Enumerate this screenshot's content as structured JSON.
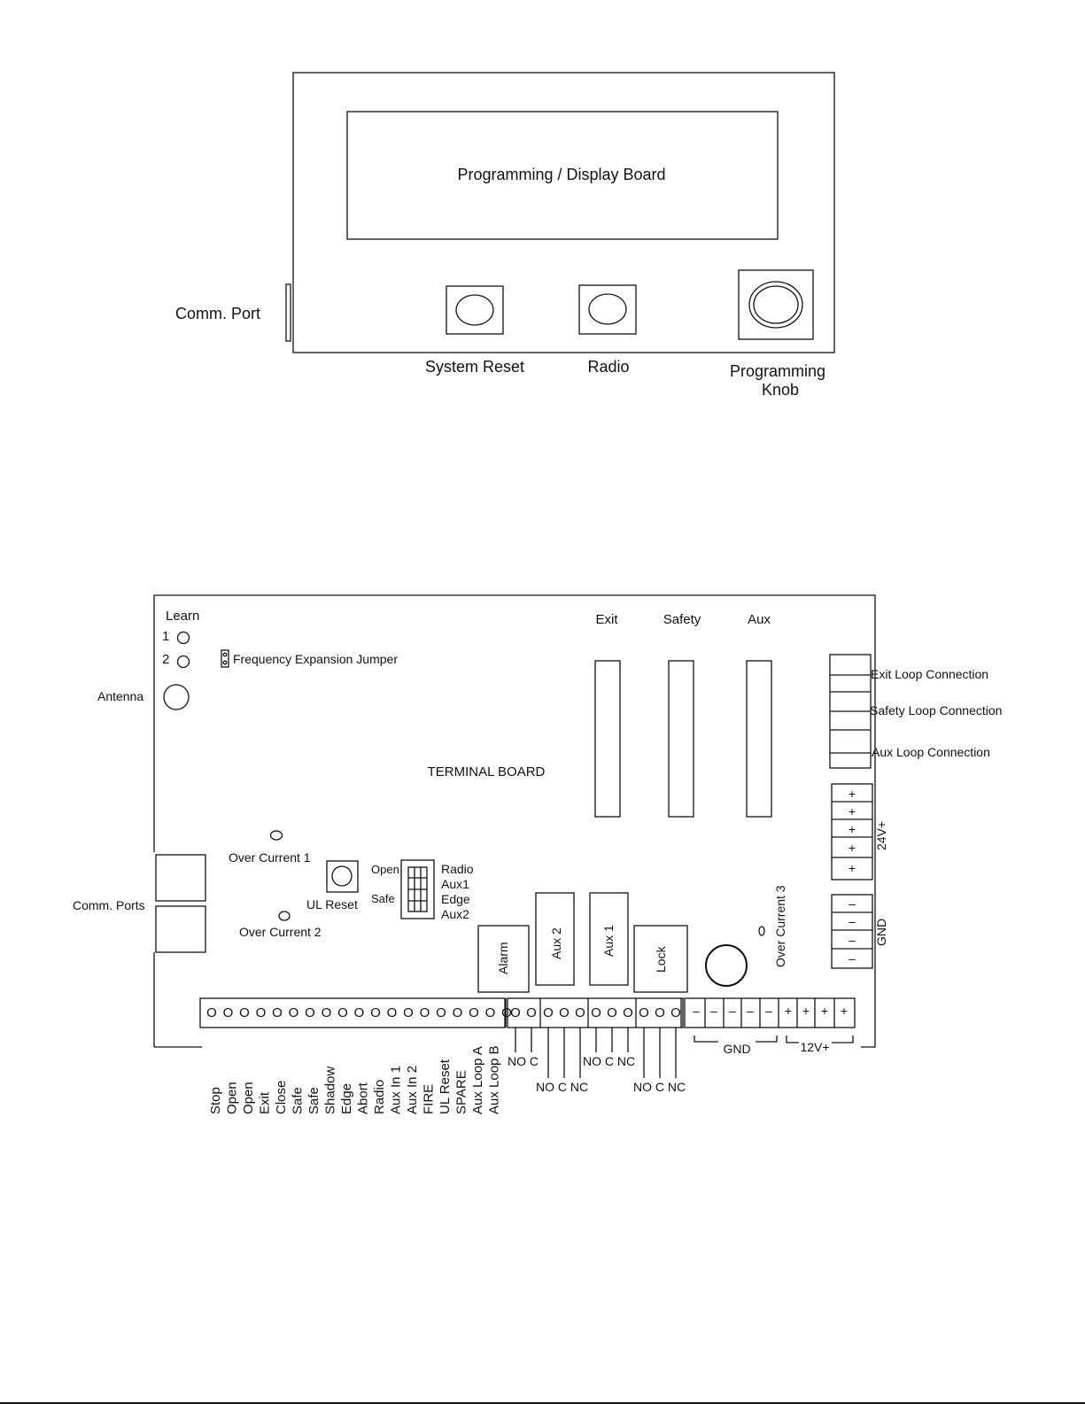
{
  "display_board": {
    "title": "Programming / Display Board",
    "comm_port": "Comm. Port",
    "system_reset": "System Reset",
    "radio": "Radio",
    "programming_knob_line1": "Programming",
    "programming_knob_line2": "Knob"
  },
  "terminal_board": {
    "title": "TERMINAL BOARD",
    "learn": "Learn",
    "learn_1": "1",
    "learn_2": "2",
    "frequency_jumper": "Frequency Expansion Jumper",
    "antenna": "Antenna",
    "comm_ports": "Comm. Ports",
    "over_current_1": "Over Current 1",
    "over_current_2": "Over Current 2",
    "over_current_3": "Over Current 3",
    "ul_reset": "UL Reset",
    "switch_open": "Open",
    "switch_safe": "Safe",
    "switch_items": [
      "Radio",
      "Aux1",
      "Edge",
      "Aux2"
    ],
    "loop_headers": [
      "Exit",
      "Safety",
      "Aux"
    ],
    "loop_connections": [
      "Exit Loop Connection",
      "Safety Loop Connection",
      "Aux Loop Connection"
    ],
    "v24_label": "24V+",
    "gnd_label": "GND",
    "v12_label": "12V+",
    "relays": [
      "Alarm",
      "Aux 2",
      "Aux 1",
      "Lock"
    ],
    "plus": "+",
    "minus": "–",
    "terminal_o": "O",
    "input_terminals": [
      "Stop",
      "Open",
      "Open",
      "Exit",
      "Close",
      "Safe",
      "Safe",
      "Shadow",
      "Edge",
      "Abort",
      "Radio",
      "Aux In 1",
      "Aux In 2",
      "FIRE",
      "UL Reset",
      "SPARE",
      "Aux Loop A",
      "Aux Loop B"
    ],
    "relay_labels": [
      "NO C",
      "NO C NC",
      "NO C NC",
      "NO C NC"
    ]
  }
}
